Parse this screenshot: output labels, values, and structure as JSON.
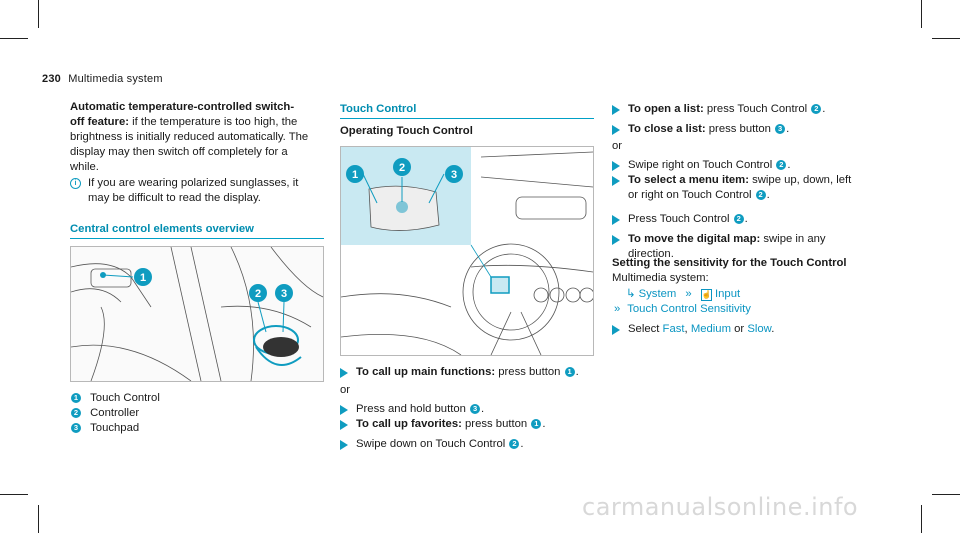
{
  "header": {
    "page_number": "230",
    "section": "Multimedia system"
  },
  "left": {
    "para_bold": "Automatic temperature-controlled switch-off feature:",
    "para_lines": [
      "Automatic temperature-controlled switch-",
      "off feature: if the temperature is too high, the",
      "brightness is initially reduced automatically. The",
      "display may then switch off completely for a",
      "while."
    ],
    "note_lines": [
      "If you are wearing polarized sunglasses, it",
      "may be difficult to read the display."
    ],
    "section_title": "Central control elements overview",
    "legend": [
      {
        "num": "1",
        "label": "Touch Control"
      },
      {
        "num": "2",
        "label": "Controller"
      },
      {
        "num": "3",
        "label": "Touchpad"
      }
    ]
  },
  "middle": {
    "section_title": "Touch Control",
    "subheading": "Operating Touch Control",
    "steps": [
      {
        "bold": "To call up main functions:",
        "text": " press button ",
        "num": "1",
        "end": "."
      },
      {
        "or": "or"
      },
      {
        "bold": "",
        "text": "Press and hold button ",
        "num": "3",
        "end": "."
      },
      {
        "bold": "To call up favorites:",
        "text": " press button ",
        "num": "1",
        "end": "."
      },
      {
        "bold": "",
        "text": "Swipe down on Touch Control ",
        "num": "2",
        "end": "."
      }
    ]
  },
  "right": {
    "steps": [
      {
        "bold": "To open a list:",
        "text": " press Touch Control ",
        "num": "2",
        "end": "."
      },
      {
        "bold": "To close a list:",
        "text": " press button ",
        "num": "3",
        "end": "."
      }
    ],
    "or": "or",
    "step3": {
      "text": "Swipe right on Touch Control ",
      "num": "2",
      "end": "."
    },
    "step4_bold": "To select a menu item:",
    "step4_line1": " swipe up, down, left",
    "step4_line2": "or right on Touch Control ",
    "step4_num": "2",
    "step5": {
      "text": "Press Touch Control ",
      "num": "2",
      "end": "."
    },
    "step6_bold": "To move the digital map:",
    "step6_line1": " swipe in any",
    "step6_line2": "direction.",
    "setting_title": "Setting the sensitivity for the Touch Control",
    "setting_line": "Multimedia system:",
    "path_system": "System",
    "path_input": "Input",
    "path_sensitivity": "Touch Control Sensitivity",
    "select_prefix": "Select ",
    "opt_fast": "Fast",
    "opt_medium": "Medium",
    "opt_or": " or ",
    "opt_slow": "Slow",
    "period": "."
  },
  "colors": {
    "accent": "#0f9cc0",
    "rule": "#00a0c6",
    "link": "#0a95c2"
  },
  "watermark": "carmanualsonline.info"
}
